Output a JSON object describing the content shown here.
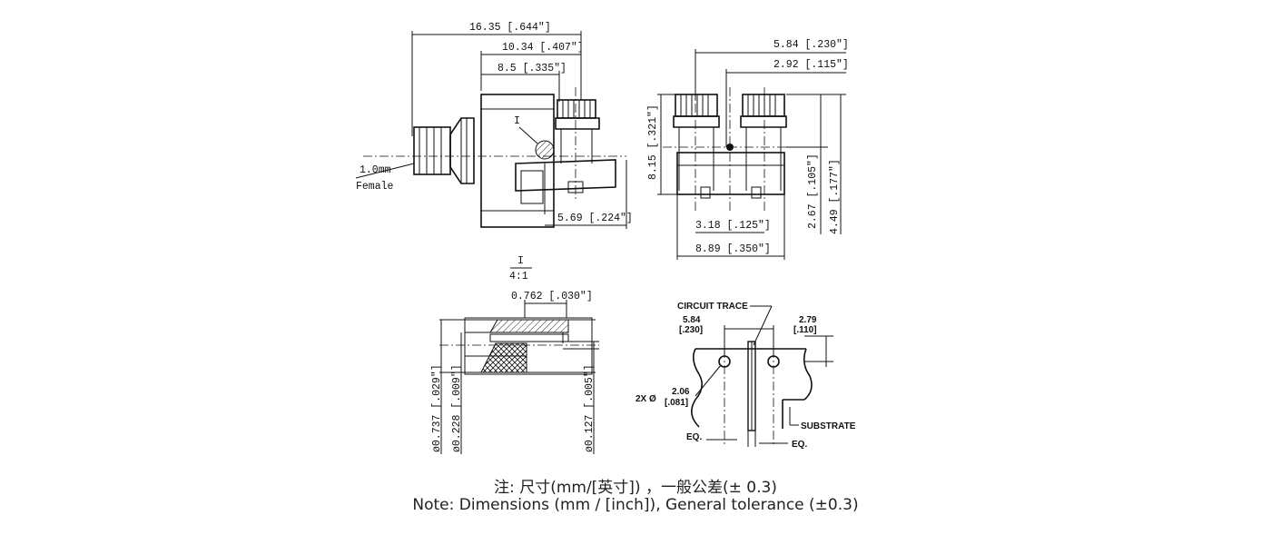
{
  "front_view": {
    "overall_length": "16.35 [.644″]",
    "body_length": "10.34 [.407″]",
    "pin_offset": "8.5 [.335″]",
    "interface": "1.0mm",
    "gender": "Female",
    "tab_length": "5.69 [.224″]",
    "detail_ref": "I"
  },
  "side_view": {
    "width": "5.84 [.230″]",
    "half_width": "2.92 [.115″]",
    "height": "8.15 [.321″]",
    "center_height": "2.67 [.105″]",
    "total_height": "4.49 [.177″]",
    "pin_spacing": "3.18 [.125″]",
    "base_width": "8.89 [.350″]"
  },
  "detail": {
    "label": "I",
    "scale": "4:1",
    "pin_length": "0.762 [.030″]",
    "outer_dia": "ø0.737 [.029″]",
    "inner_dia": "ø0.228 [.009″]",
    "pin_dia": "ø0.127 [.005″]"
  },
  "footprint": {
    "trace_label": "CIRCUIT TRACE",
    "pitch_mm": "5.84",
    "pitch_in": "[.230]",
    "edge_mm": "2.79",
    "edge_in": "[.110]",
    "hole_prefix": "2X Ø",
    "hole_mm": "2.06",
    "hole_in": "[.081]",
    "substrate_label": "SUBSTRATE",
    "eq_left": "EQ.",
    "eq_right": "EQ."
  },
  "notes": {
    "zh": "注: 尺寸(mm/[英寸]) ，一般公差(± 0.3)",
    "en": "Note: Dimensions (mm / [inch]), General tolerance (±0.3)"
  }
}
